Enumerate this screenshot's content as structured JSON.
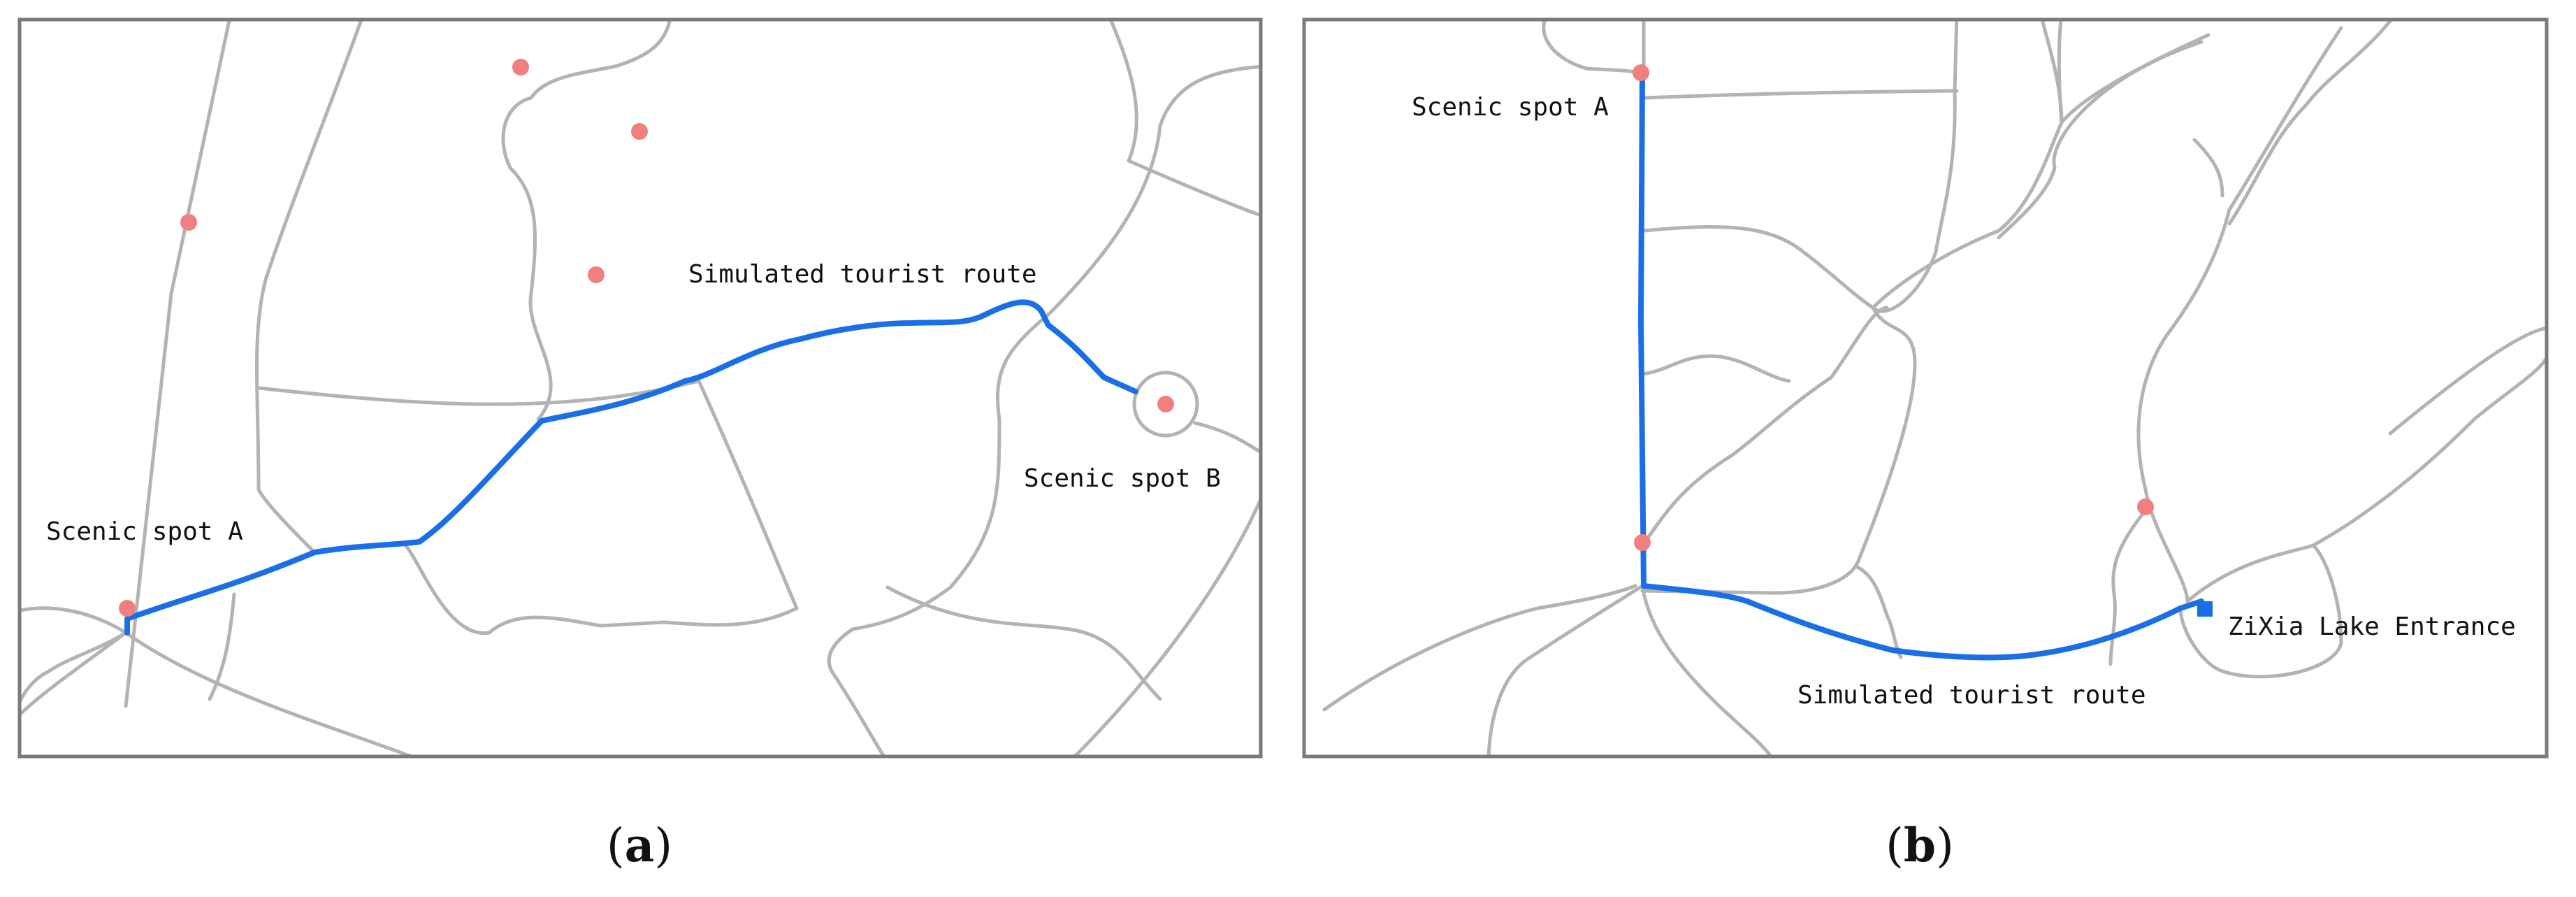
{
  "colors": {
    "road": "#b3b3b3",
    "route": "#1a6fe6",
    "scenic_spot": "#f27f7f",
    "entrance_marker": "#1a6fe6",
    "frame": "#7a7a7a"
  },
  "panel_a": {
    "labels": {
      "spot_a": "Scenic spot A",
      "spot_b": "Scenic spot B",
      "route": "Simulated tourist route"
    },
    "caption": {
      "open": "(",
      "letter": "a",
      "close": ")"
    }
  },
  "panel_b": {
    "labels": {
      "spot_a": "Scenic spot A",
      "entrance": "ZiXia Lake Entrance",
      "route": "Simulated tourist route"
    },
    "caption": {
      "open": "(",
      "letter": "b",
      "close": ")"
    }
  }
}
